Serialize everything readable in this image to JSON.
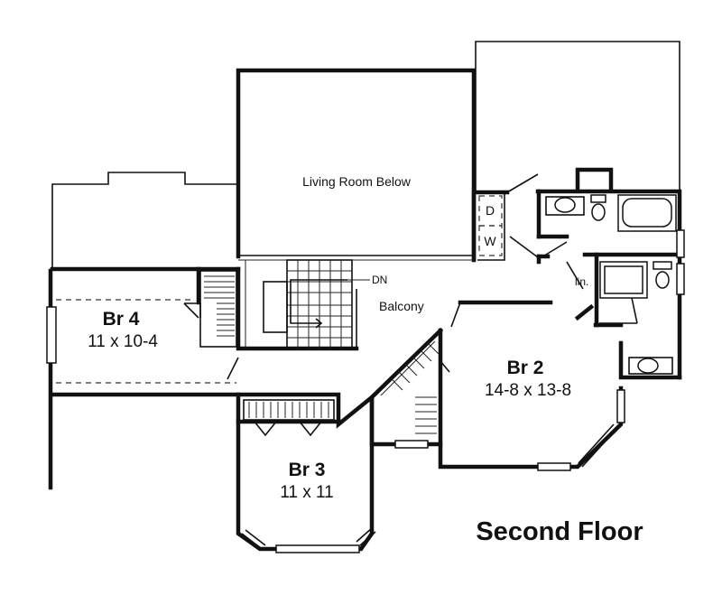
{
  "floor_title": "Second Floor",
  "rooms": {
    "br4": {
      "name": "Br 4",
      "dims": "11 x 10-4"
    },
    "br2": {
      "name": "Br 2",
      "dims": "14-8 x 13-8"
    },
    "br3": {
      "name": "Br 3",
      "dims": "11 x 11"
    }
  },
  "labels": {
    "living_room_below": "Living Room Below",
    "balcony": "Balcony",
    "stair_down": "DN",
    "dryer": "D",
    "washer": "W",
    "linen": "lin."
  }
}
